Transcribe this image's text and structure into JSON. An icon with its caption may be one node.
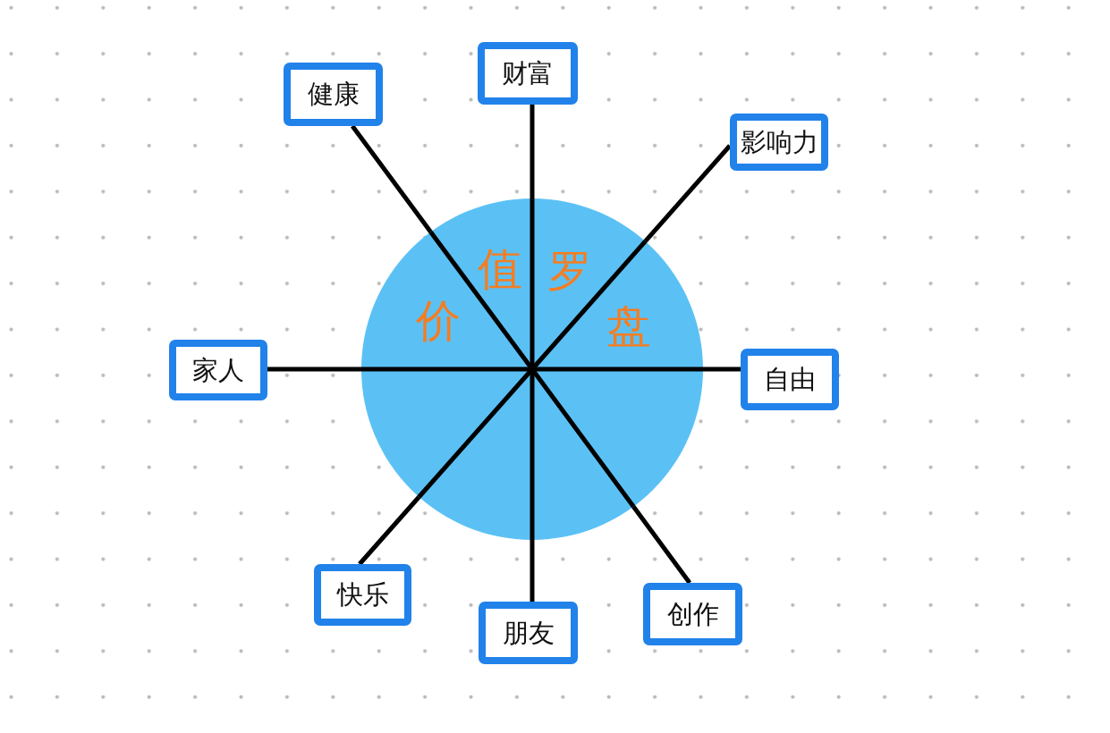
{
  "diagram": {
    "nodes": [
      {
        "text": [
          "健康"
        ]
      },
      {
        "text": [
          "财富"
        ]
      },
      {
        "text": [
          "影响力"
        ]
      },
      {
        "text": [
          "家人"
        ]
      },
      {
        "text": [
          "价值罗盘"
        ]
      },
      {
        "text": [
          "自由"
        ]
      },
      {
        "text": [
          "快乐"
        ]
      },
      {
        "text": [
          "朋友"
        ]
      },
      {
        "text": [
          "创作"
        ]
      }
    ],
    "edges": [
      {
        "from": 4,
        "to": 0,
        "arrow": "none"
      },
      {
        "from": 4,
        "to": 1,
        "arrow": "none"
      },
      {
        "from": 4,
        "to": 2,
        "arrow": "none"
      },
      {
        "from": 4,
        "to": 3,
        "arrow": "none"
      },
      {
        "from": 4,
        "to": 5,
        "arrow": "none"
      },
      {
        "from": 4,
        "to": 6,
        "arrow": "none"
      },
      {
        "from": 4,
        "to": 7,
        "arrow": "none"
      },
      {
        "from": 4,
        "to": 8,
        "arrow": "none"
      }
    ]
  }
}
